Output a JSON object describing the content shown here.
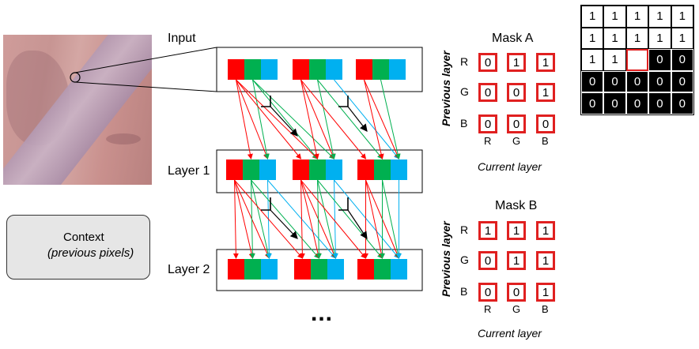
{
  "labels": {
    "input": "Input",
    "layer1": "Layer 1",
    "layer2": "Layer 2",
    "ellipsis": "...",
    "context_title": "Context",
    "context_sub": "(previous pixels)"
  },
  "colors": {
    "red": "#ff0000",
    "green": "#00b050",
    "blue": "#00b0f0",
    "mask_border": "#e02020"
  },
  "mask_a": {
    "title": "Mask A",
    "row_axis": "Previous layer",
    "col_axis": "Current layer",
    "rows": [
      "R",
      "G",
      "B"
    ],
    "cols": [
      "R",
      "G",
      "B"
    ],
    "values": [
      [
        "0",
        "1",
        "1"
      ],
      [
        "0",
        "0",
        "1"
      ],
      [
        "0",
        "0",
        "0"
      ]
    ]
  },
  "mask_b": {
    "title": "Mask B",
    "row_axis": "Previous layer",
    "col_axis": "Current layer",
    "rows": [
      "R",
      "G",
      "B"
    ],
    "cols": [
      "R",
      "G",
      "B"
    ],
    "values": [
      [
        "1",
        "1",
        "1"
      ],
      [
        "0",
        "1",
        "1"
      ],
      [
        "0",
        "0",
        "1"
      ]
    ]
  },
  "corner_grid": [
    [
      "1",
      "1",
      "1",
      "1",
      "1"
    ],
    [
      "1",
      "1",
      "1",
      "1",
      "1"
    ],
    [
      "1",
      "1",
      "",
      "0",
      "0"
    ],
    [
      "0",
      "0",
      "0",
      "0",
      "0"
    ],
    [
      "0",
      "0",
      "0",
      "0",
      "0"
    ]
  ]
}
